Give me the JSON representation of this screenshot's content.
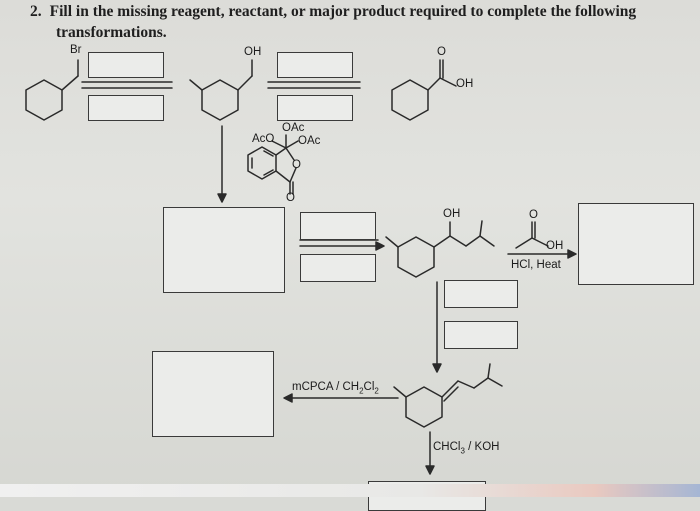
{
  "question": {
    "number": "2.",
    "line1": "Fill in the missing reagent, reactant, or major product required to complete the following",
    "line2": "transformations."
  },
  "labels": {
    "br": "Br",
    "oh_top": "OH",
    "o_top": "O",
    "oh_acid": "OH",
    "dmp_oac_top": "OAc",
    "dmp_aco": "AcO",
    "dmp_oac_right": "OAc",
    "dmp_o_ring": "O",
    "dmp_o_carbonyl": "O",
    "oh_mid": "OH",
    "o_acid_mid": "O",
    "oh_acid_mid": "OH",
    "hcl_heat": "HCl, Heat",
    "mcpba": "mCPCA / CH",
    "mcpba_sub2": "2",
    "mcpba_cl": "Cl",
    "mcpba_sub2b": "2",
    "chcl3": "CHCl",
    "chcl3_sub": "3",
    "koh": " / KOH"
  }
}
